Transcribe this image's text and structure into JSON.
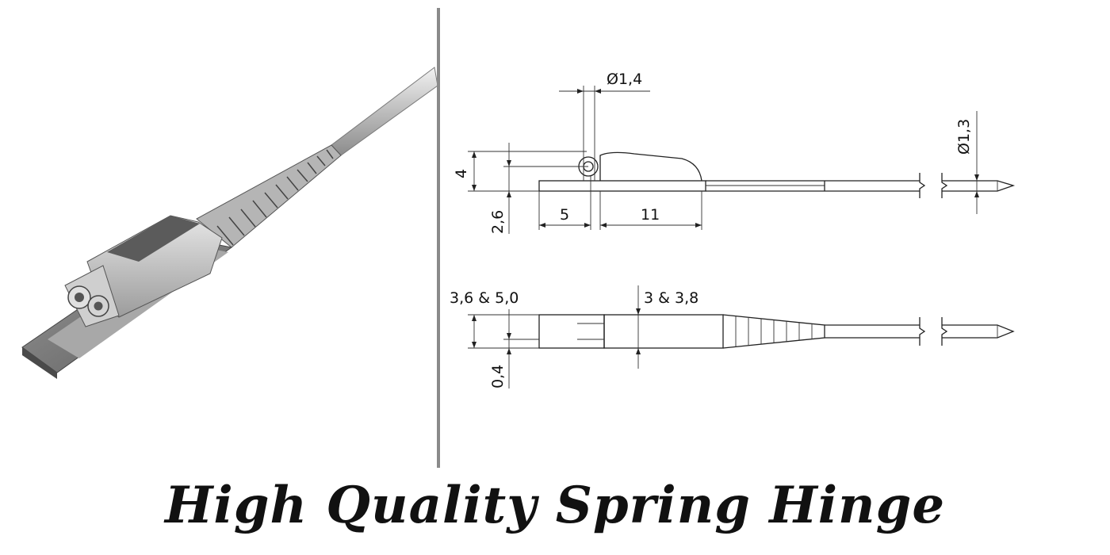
{
  "title": "High Quality Spring Hinge",
  "dimensions": {
    "hole_diameter": "Ø1,4",
    "wire_diameter": "Ø1,3",
    "height": "4",
    "base_thickness": "2,6",
    "eye_offset": "5",
    "body_length": "11",
    "widths": "3,6 & 5,0",
    "body_widths": "3 & 3,8",
    "slot_thickness": "0,4"
  },
  "colors": {
    "divider": "#8a8a8a",
    "line": "#222222",
    "metal_light": "#d9d9d9",
    "metal_dark": "#6e6e6e"
  }
}
